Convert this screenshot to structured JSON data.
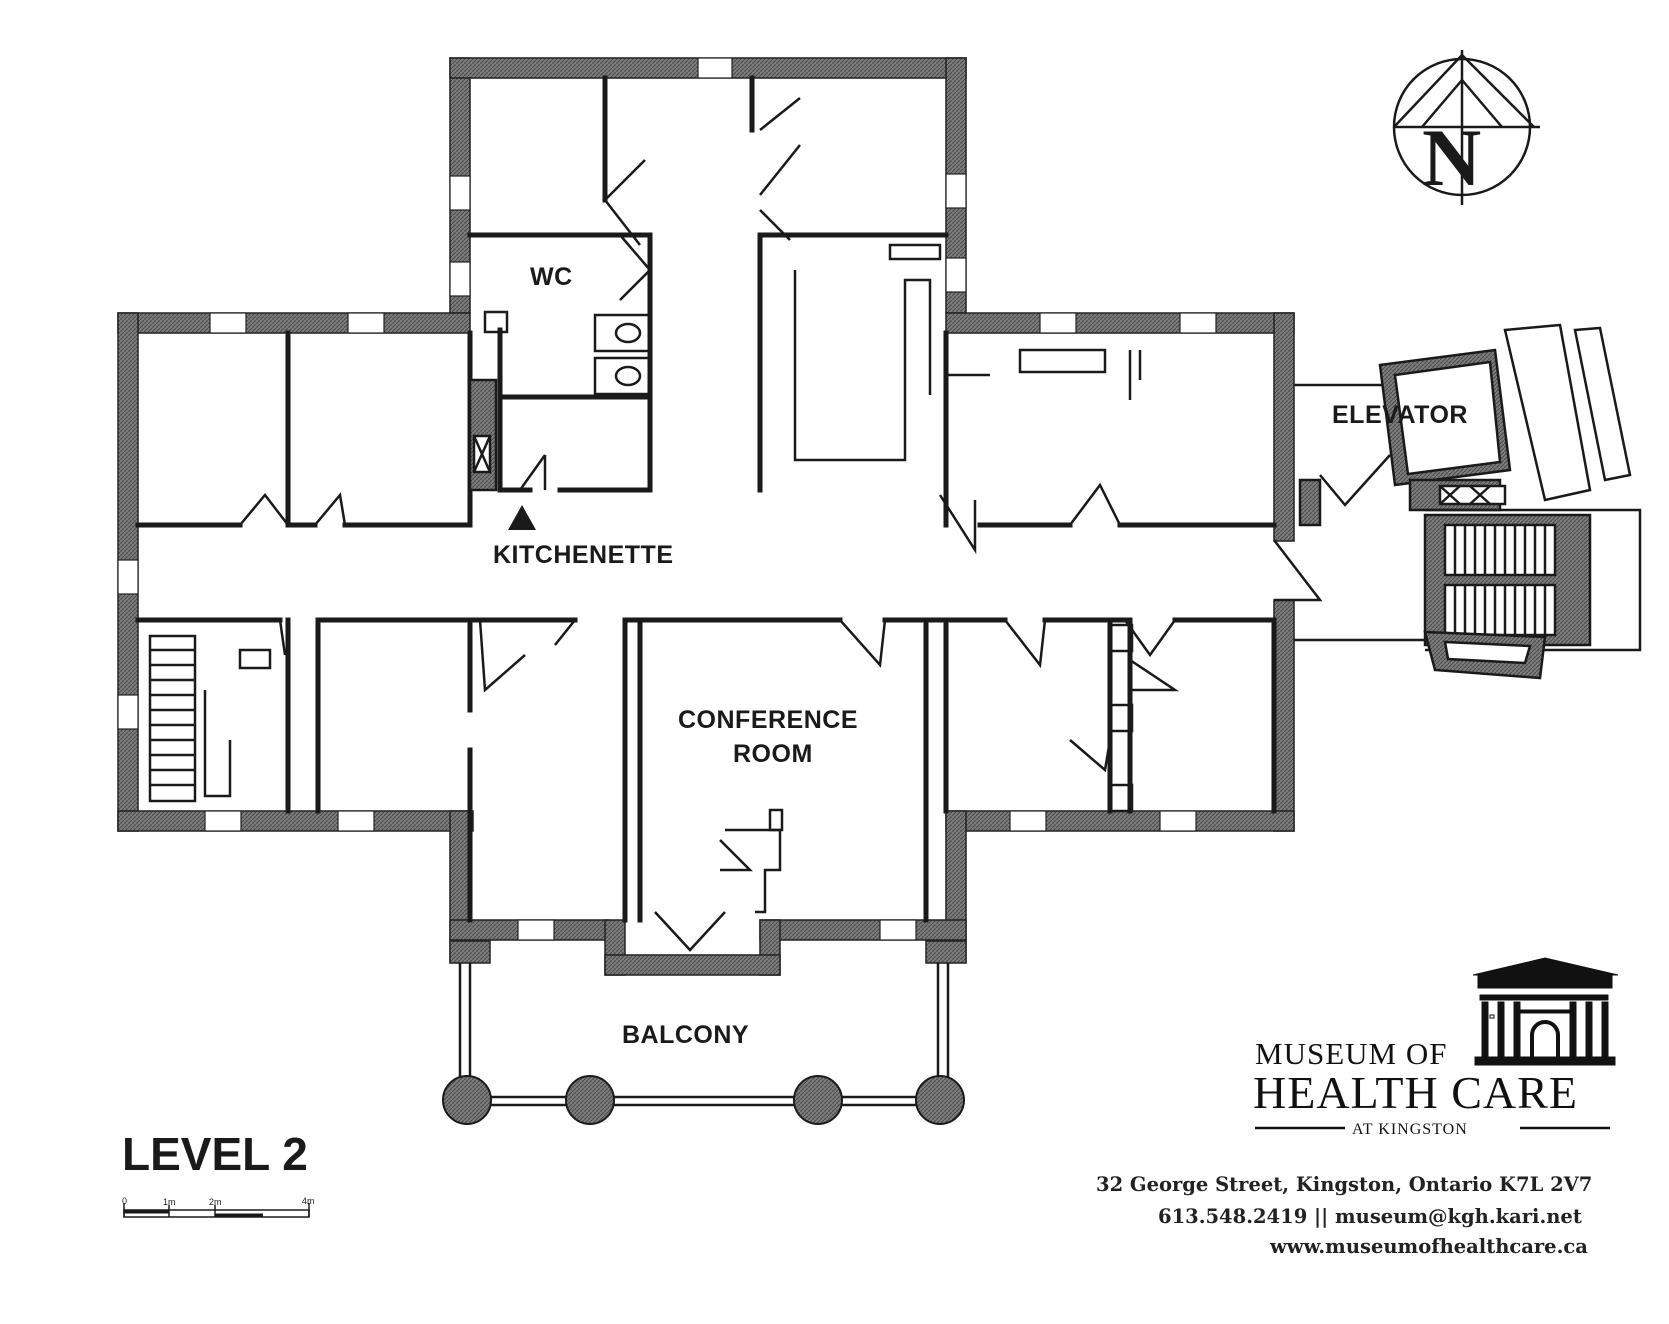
{
  "labels": {
    "wc": "WC",
    "kitchenette": "KITCHENETTE",
    "elevator": "ELEVATOR",
    "conference_1": "CONFERENCE",
    "conference_2": "ROOM",
    "balcony": "BALCONY",
    "level": "LEVEL 2"
  },
  "compass": {
    "letter": "N"
  },
  "scale_bar": {
    "ticks": [
      "0",
      "1m",
      "2m",
      "4m"
    ]
  },
  "branding": {
    "line1": "MUSEUM OF",
    "line2": "HEALTH CARE",
    "line3": "AT KINGSTON"
  },
  "contact": {
    "address": "32 George Street, Kingston, Ontario  K7L 2V7",
    "phone_email": "613.548.2419 || museum@kgh.kari.net",
    "website": "www.museumofhealthcare.ca"
  },
  "colors": {
    "ink": "#1a1a1a",
    "wall_fill": "#8a8a8a",
    "paper": "#ffffff"
  }
}
